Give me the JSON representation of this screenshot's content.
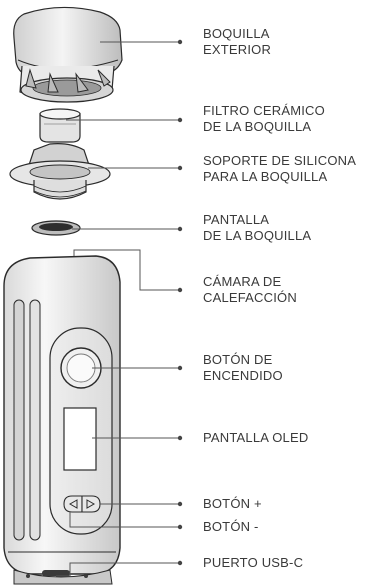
{
  "labels": [
    {
      "id": "boquilla-exterior",
      "lines": [
        "BOQUILLA",
        "EXTERIOR"
      ]
    },
    {
      "id": "filtro-ceramico",
      "lines": [
        "FILTRO CERÁMICO",
        "DE LA BOQUILLA"
      ]
    },
    {
      "id": "soporte-silicona",
      "lines": [
        "SOPORTE DE SILICONA",
        "PARA LA BOQUILLA"
      ]
    },
    {
      "id": "pantalla-boquilla",
      "lines": [
        "PANTALLA",
        "DE LA BOQUILLA"
      ]
    },
    {
      "id": "camara-calefaccion",
      "lines": [
        "CÁMARA DE",
        "CALEFACCIÓN"
      ]
    },
    {
      "id": "boton-encendido",
      "lines": [
        "BOTÓN DE",
        "ENCENDIDO"
      ]
    },
    {
      "id": "pantalla-oled",
      "lines": [
        "PANTALLA OLED"
      ]
    },
    {
      "id": "boton-mas",
      "lines": [
        "BOTÓN +"
      ]
    },
    {
      "id": "boton-menos",
      "lines": [
        "BOTÓN -"
      ]
    },
    {
      "id": "puerto-usbc",
      "lines": [
        "PUERTO USB-C"
      ]
    }
  ],
  "colors": {
    "line": "#555555",
    "outline": "#2b2b2b",
    "text": "#3a3a3a",
    "dot": "#444444"
  }
}
